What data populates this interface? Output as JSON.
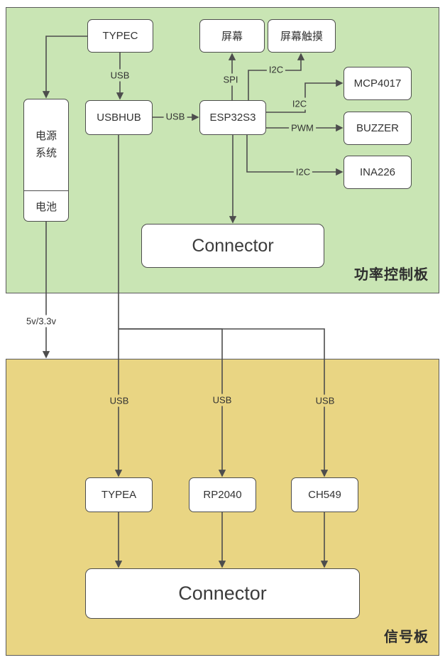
{
  "boards": {
    "power": {
      "label": "功率控制板"
    },
    "signal": {
      "label": "信号板"
    }
  },
  "nodes": {
    "typec": {
      "label": "TYPEC"
    },
    "screen": {
      "label": "屏幕"
    },
    "screen_touch": {
      "label": "屏幕触摸"
    },
    "mcp4017": {
      "label": "MCP4017"
    },
    "usbhub": {
      "label": "USBHUB"
    },
    "esp32s3": {
      "label": "ESP32S3"
    },
    "buzzer": {
      "label": "BUZZER"
    },
    "ina226": {
      "label": "INA226"
    },
    "power_system": {
      "label": "电源\n系统"
    },
    "battery": {
      "label": "电池"
    },
    "power_connector": {
      "label": "Connector"
    },
    "typea": {
      "label": "TYPEA"
    },
    "rp2040": {
      "label": "RP2040"
    },
    "ch549": {
      "label": "CH549"
    },
    "signal_connector": {
      "label": "Connector"
    }
  },
  "edge_labels": {
    "typec_to_usbhub": "USB",
    "usbhub_to_esp32s3": "USB",
    "esp32s3_to_screen": "SPI",
    "esp32s3_to_touch": "I2C",
    "esp32s3_to_mcp4017": "I2C",
    "esp32s3_to_buzzer": "PWM",
    "esp32s3_to_ina226": "I2C",
    "power_rail": "5v/3.3v",
    "hub_to_typea": "USB",
    "hub_to_rp2040": "USB",
    "hub_to_ch549": "USB"
  },
  "colors": {
    "board_green": "#c9e5b4",
    "board_yellow": "#e9d583",
    "stroke": "#4d4d4d",
    "text": "#333333"
  }
}
